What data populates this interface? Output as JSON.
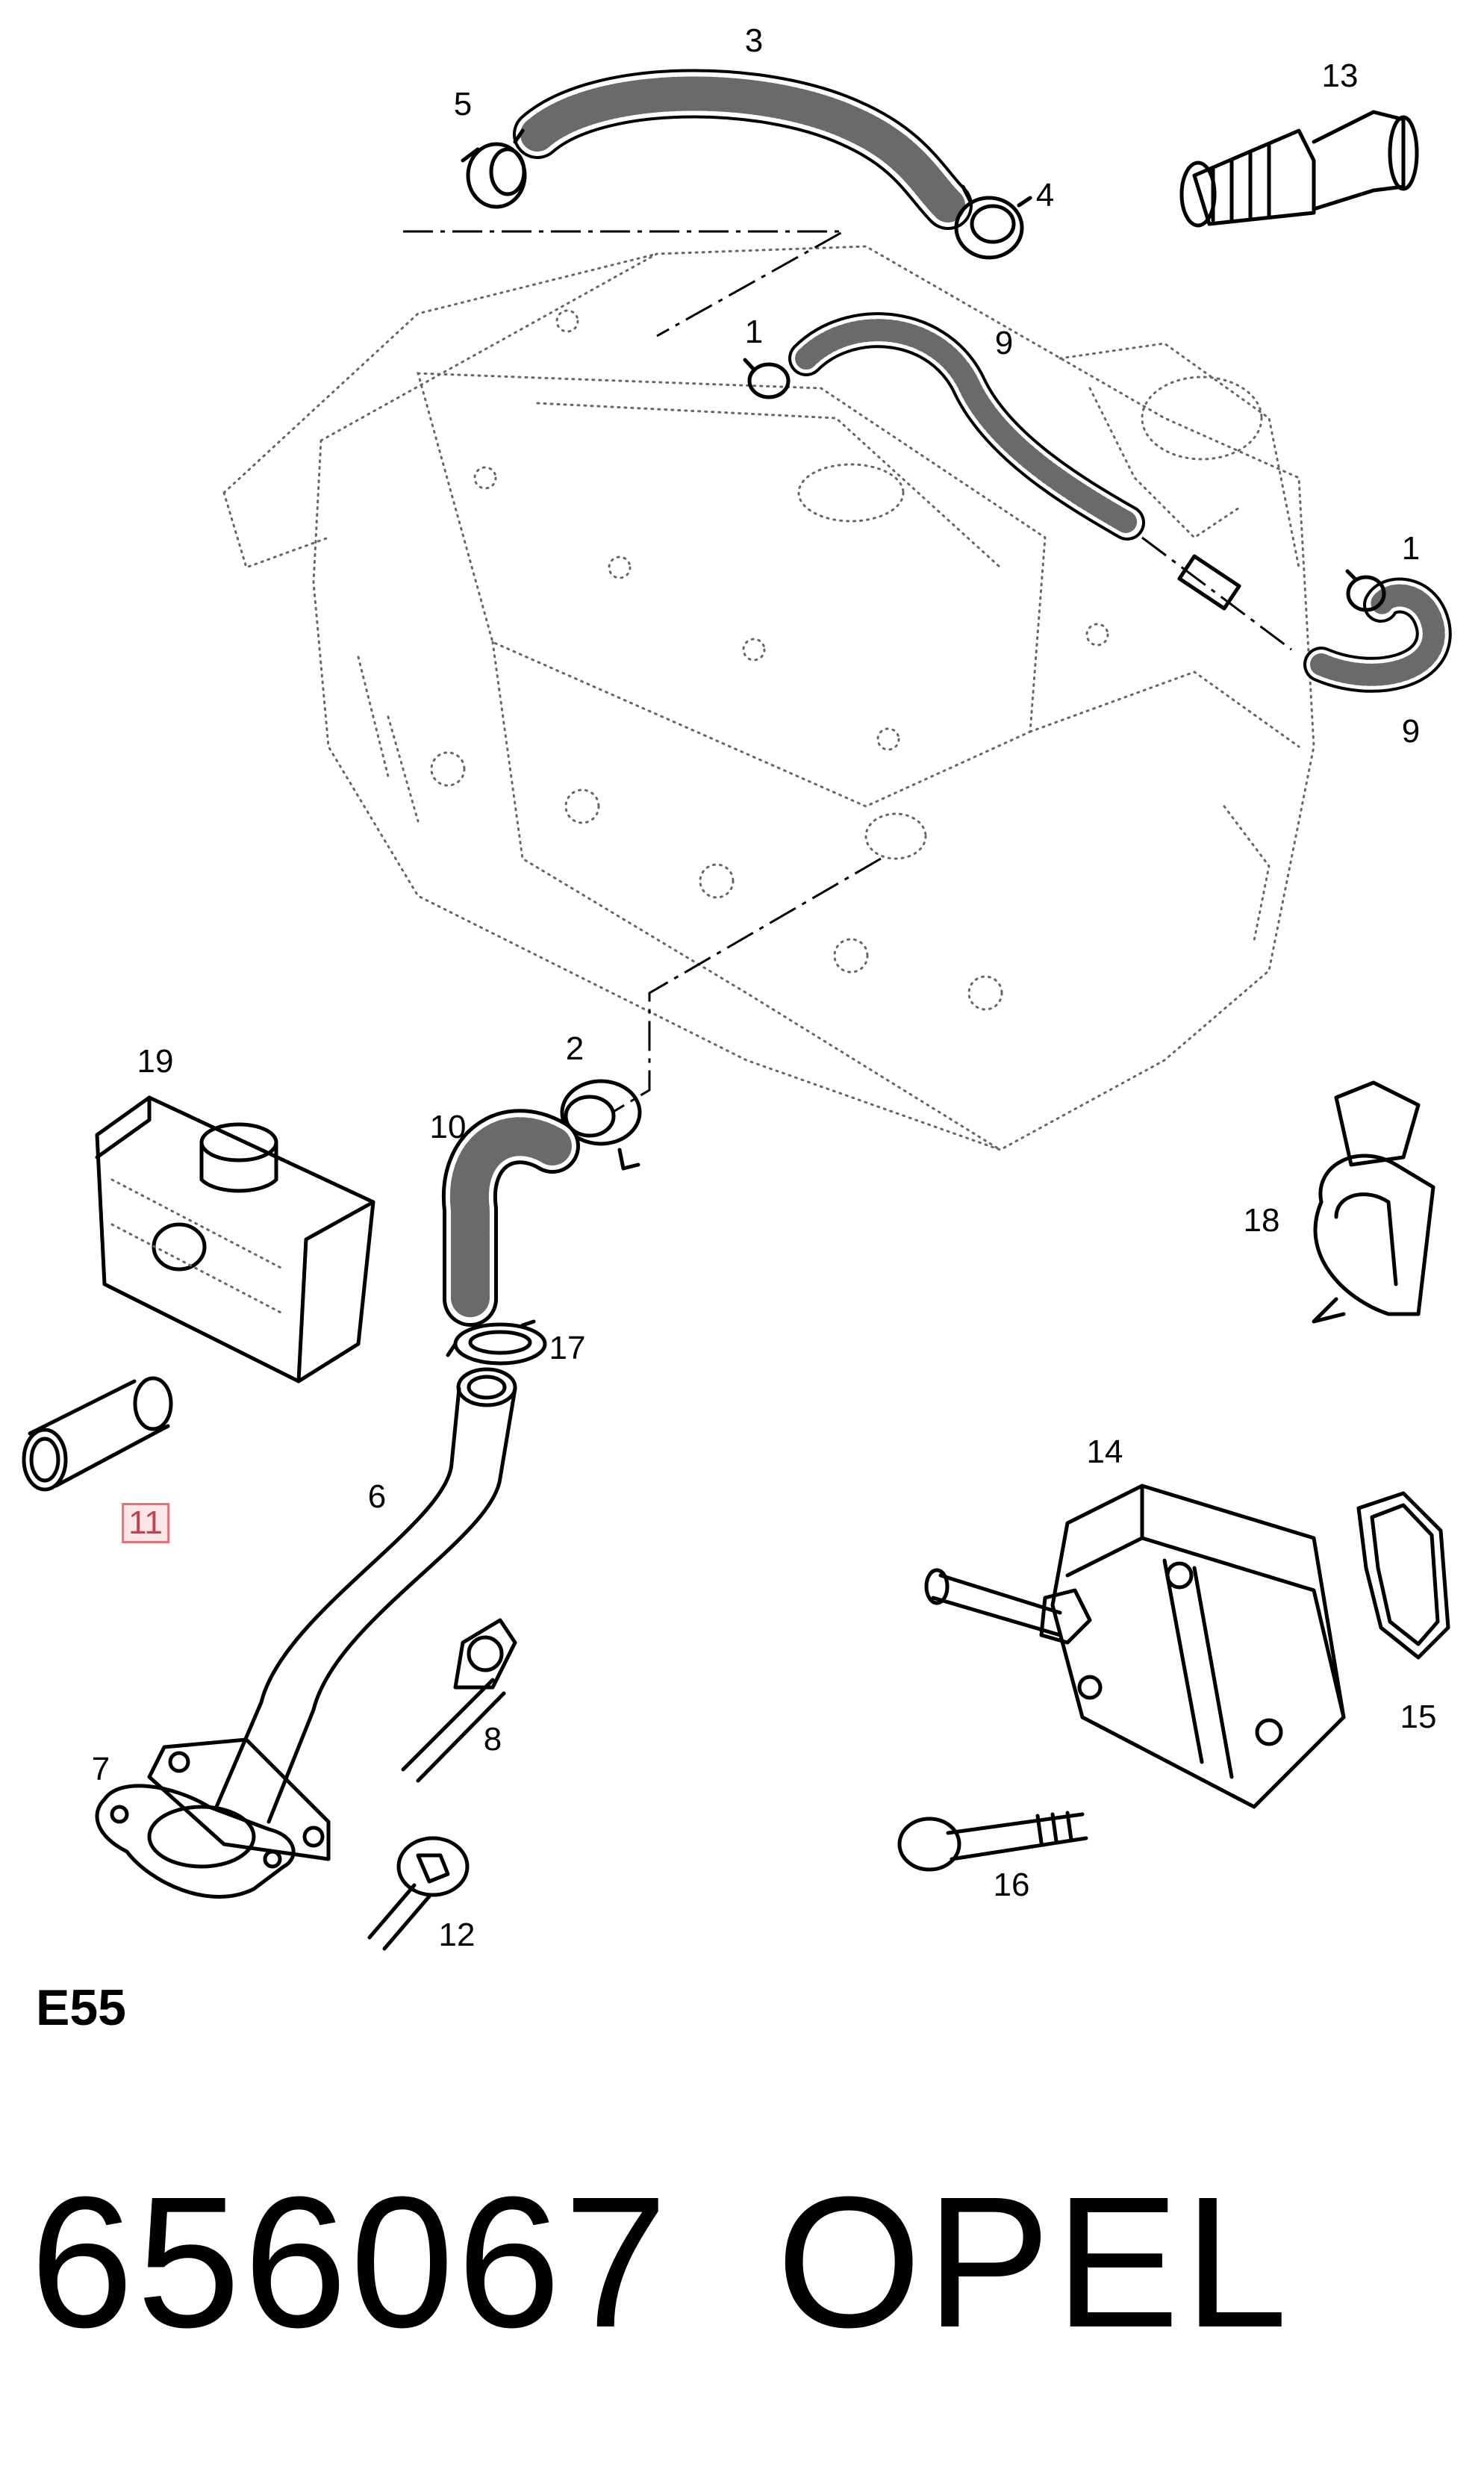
{
  "diagram": {
    "callouts": [
      {
        "id": "1",
        "label": "1"
      },
      {
        "id": "1b",
        "label": "1"
      },
      {
        "id": "2",
        "label": "2"
      },
      {
        "id": "3",
        "label": "3"
      },
      {
        "id": "4",
        "label": "4"
      },
      {
        "id": "5",
        "label": "5"
      },
      {
        "id": "6",
        "label": "6"
      },
      {
        "id": "7",
        "label": "7"
      },
      {
        "id": "8",
        "label": "8"
      },
      {
        "id": "9",
        "label": "9"
      },
      {
        "id": "9b",
        "label": "9"
      },
      {
        "id": "10",
        "label": "10"
      },
      {
        "id": "11",
        "label": "11"
      },
      {
        "id": "12",
        "label": "12"
      },
      {
        "id": "13",
        "label": "13"
      },
      {
        "id": "14",
        "label": "14"
      },
      {
        "id": "15",
        "label": "15"
      },
      {
        "id": "16",
        "label": "16"
      },
      {
        "id": "17",
        "label": "17"
      },
      {
        "id": "18",
        "label": "18"
      },
      {
        "id": "19",
        "label": "19"
      }
    ],
    "highlighted_callout": "11",
    "highlight_color": "#e4717a"
  },
  "footer": {
    "section_code": "E55",
    "part_number": "656067",
    "brand": "OPEL"
  }
}
